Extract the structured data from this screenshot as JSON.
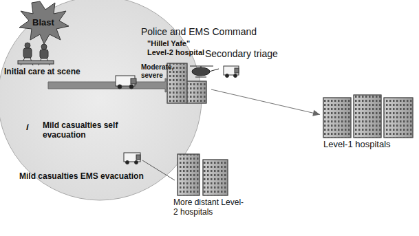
{
  "diagram": {
    "nodes": [
      {
        "text": [
          "Police and EMS Command"
        ]
      },
      {
        "text": [
          "\"Hillel Yafe\" Level-2 hospital"
        ],
        "in": 0
      },
      {
        "text": [
          "Level-1 hospitals"
        ]
      },
      {
        "text": [
          "More distant Level-2 hospitals"
        ]
      }
    ],
    "edges": [
      {
        "from": 1,
        "to": 2,
        "arrow": "to"
      }
    ],
    "labels": [
      "Blast",
      "Initial care at scene",
      "Moderate, severe",
      "i",
      "Mild casualties self evacuation",
      "Mild casualties EMS evacuation",
      "Secondary triage"
    ]
  }
}
